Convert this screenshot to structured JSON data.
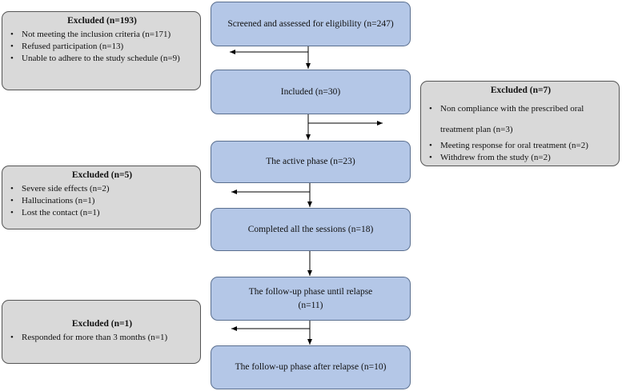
{
  "diagram": {
    "nodes": [
      {
        "id": "screened",
        "label": "Screened and assessed for eligibility (n=247)"
      },
      {
        "id": "included",
        "label": "Included (n=30)"
      },
      {
        "id": "active",
        "label": "The active phase (n=23)"
      },
      {
        "id": "completed",
        "label": "Completed all the sessions (n=18)"
      },
      {
        "id": "followup_until",
        "label_line1": "The follow-up phase until relapse",
        "label_line2": "(n=11)"
      },
      {
        "id": "followup_after",
        "label": "The follow-up phase after relapse (n=10)"
      }
    ],
    "exclusions": [
      {
        "title": "Excluded (n=193)",
        "items": [
          "Not meeting the inclusion criteria (n=171)",
          "Refused participation (n=13)",
          "Unable to adhere to the study schedule (n=9)"
        ]
      },
      {
        "title": "Excluded (n=7)",
        "items": [
          "Non compliance with the prescribed oral treatment plan (n=3)",
          "Meeting response for oral treatment (n=2)",
          "Withdrew from the study (n=2)"
        ]
      },
      {
        "title": "Excluded (n=5)",
        "items": [
          "Severe side effects (n=2)",
          "Hallucinations (n=1)",
          "Lost the contact (n=1)"
        ]
      },
      {
        "title": "Excluded (n=1)",
        "items": [
          "Responded for more than 3 months (n=1)"
        ]
      }
    ],
    "edges": [
      {
        "from": "screened",
        "to": "included"
      },
      {
        "from": "screened",
        "to": "exclusion-1",
        "direction": "left"
      },
      {
        "from": "included",
        "to": "active"
      },
      {
        "from": "included",
        "to": "exclusion-2",
        "direction": "right"
      },
      {
        "from": "active",
        "to": "completed"
      },
      {
        "from": "active",
        "to": "exclusion-3",
        "direction": "left"
      },
      {
        "from": "completed",
        "to": "followup_until"
      },
      {
        "from": "followup_until",
        "to": "followup_after"
      },
      {
        "from": "followup_until",
        "to": "exclusion-4",
        "direction": "left"
      }
    ],
    "colors": {
      "process_fill": "#b4c7e7",
      "process_border": "#5a6f8f",
      "exclusion_fill": "#d9d9d9",
      "exclusion_border": "#555555",
      "arrow": "#000000"
    }
  }
}
